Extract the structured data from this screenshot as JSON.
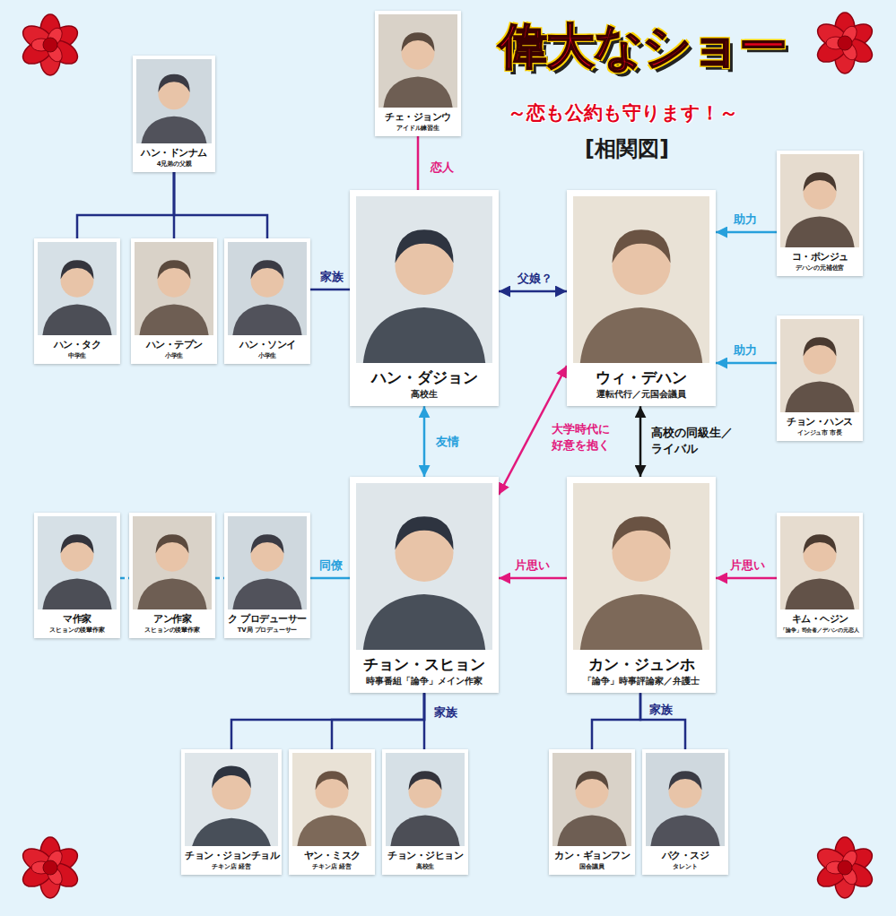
{
  "diagram": {
    "title": "偉大なショー",
    "nodes": [
      {
        "text": [
          "チェ・ジョンウ",
          "アイドル練習生"
        ]
      },
      {
        "text": [
          "ハン・ドンナム",
          "4兄弟の父親"
        ]
      },
      {
        "text": [
          "コ・ボンジュ",
          "デハンの元補佐官"
        ]
      },
      {
        "text": [
          "ハン・ダジョン",
          "高校生"
        ]
      },
      {
        "text": [
          "ウィ・デハン",
          "運転代行／元国会議員"
        ]
      },
      {
        "text": [
          "ハン・タク",
          "中学生"
        ]
      },
      {
        "text": [
          "ハン・テプン",
          "小学生"
        ]
      },
      {
        "text": [
          "ハン・ソンイ",
          "小学生"
        ]
      },
      {
        "text": [
          "チョン・ハンス",
          "インジュ市 市長"
        ]
      },
      {
        "text": [
          "チョン・スヒョン",
          "時事番組「論争」メイン作家"
        ]
      },
      {
        "text": [
          "カン・ジュンホ",
          "「論争」時事評論家／弁護士"
        ]
      },
      {
        "text": [
          "マ作家",
          "スヒョンの後輩作家"
        ]
      },
      {
        "text": [
          "アン作家",
          "スヒョンの後輩作家"
        ]
      },
      {
        "text": [
          "ク プロデューサー",
          "TV局 プロデューサー"
        ]
      },
      {
        "text": [
          "キム・ヘジン",
          "「論争」司会者／デハンの元恋人"
        ]
      },
      {
        "text": [
          "チョン・ジョンチョル",
          "チキン店 経営"
        ]
      },
      {
        "text": [
          "ヤン・ミスク",
          "チキン店 経営"
        ]
      },
      {
        "text": [
          "チョン・ジヒョン",
          "高校生"
        ]
      },
      {
        "text": [
          "カン・ギョンフン",
          "国会議員"
        ]
      },
      {
        "text": [
          "パク・スジ",
          "タレント"
        ]
      }
    ],
    "edges": [
      {
        "from": 0,
        "to": 3,
        "arrow": "none",
        "label": "恋人"
      },
      {
        "from": 1,
        "to": 5,
        "arrow": "none"
      },
      {
        "from": 1,
        "to": 6,
        "arrow": "none"
      },
      {
        "from": 1,
        "to": 7,
        "arrow": "none"
      },
      {
        "from": 7,
        "to": 3,
        "arrow": "none",
        "label": "家族"
      },
      {
        "from": 3,
        "to": 4,
        "arrow": "both",
        "label": "父娘？"
      },
      {
        "from": 2,
        "to": 4,
        "arrow": "to",
        "label": "助力"
      },
      {
        "from": 8,
        "to": 4,
        "arrow": "to",
        "label": "助力"
      },
      {
        "from": 3,
        "to": 9,
        "arrow": "both",
        "label": "友情"
      },
      {
        "from": 4,
        "to": 9,
        "arrow": "both",
        "label": "大学時代に 好意を抱く"
      },
      {
        "from": 4,
        "to": 10,
        "arrow": "both",
        "label": "高校の同級生／ ライバル"
      },
      {
        "from": 10,
        "to": 9,
        "arrow": "to",
        "label": "片思い"
      },
      {
        "from": 14,
        "to": 10,
        "arrow": "to",
        "label": "片思い"
      },
      {
        "from": 13,
        "to": 9,
        "arrow": "none",
        "label": "同僚"
      },
      {
        "from": 11,
        "to": 12,
        "arrow": "none"
      },
      {
        "from": 12,
        "to": 13,
        "arrow": "none"
      },
      {
        "from": 9,
        "to": 15,
        "arrow": "none",
        "label": "家族"
      },
      {
        "from": 9,
        "to": 16,
        "arrow": "none"
      },
      {
        "from": 9,
        "to": 17,
        "arrow": "none"
      },
      {
        "from": 10,
        "to": 18,
        "arrow": "none",
        "label": "家族"
      },
      {
        "from": 10,
        "to": 19,
        "arrow": "none"
      }
    ],
    "labels": [
      "～恋も公約も守ります！～",
      "[相関図]"
    ]
  }
}
